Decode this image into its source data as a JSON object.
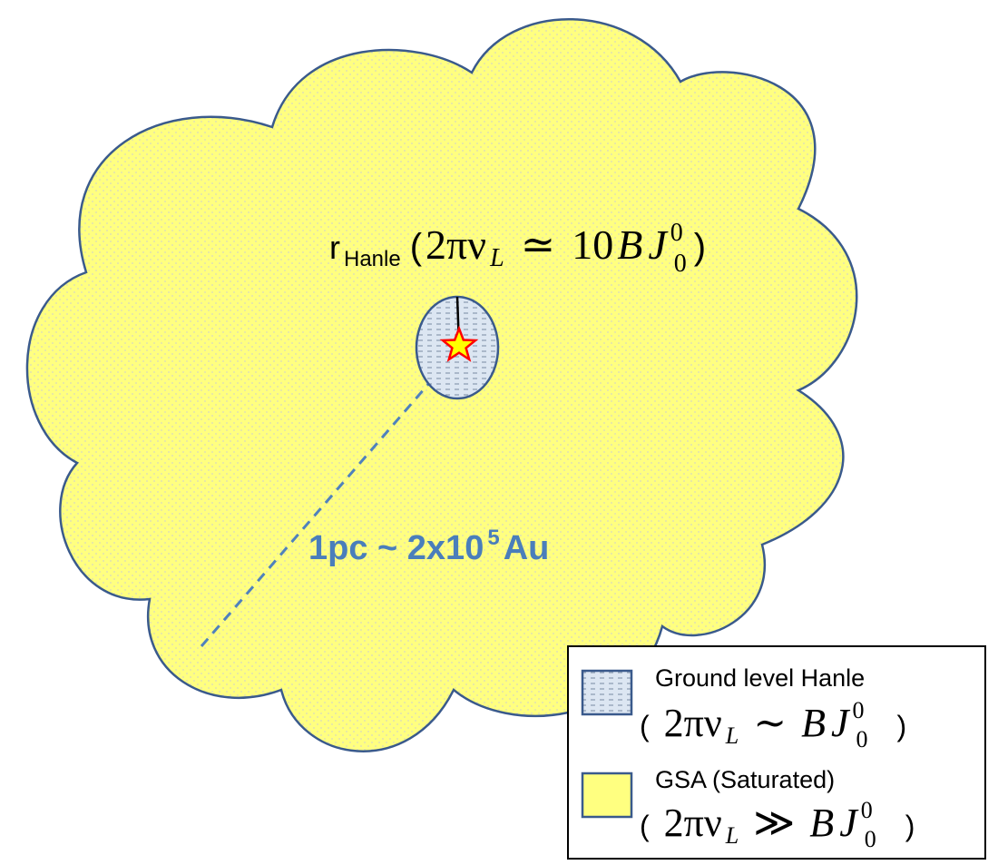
{
  "colors": {
    "cloud_fill": "#ffff80",
    "cloud_stroke": "#3a5a8c",
    "region_fill": "#dce6f2",
    "dash_line": "#4f81bd",
    "distance_text": "#4a7ebb",
    "star_fill": "#ffff00",
    "star_stroke": "#ff0000",
    "legend_border": "#000000"
  },
  "hanle_label": {
    "r": "r",
    "sub": "Hanle",
    "open": "(",
    "two_pi": "2πν",
    "nu_sub": "L",
    "relation": "≃",
    "rhs": "10",
    "B": "B",
    "J": "J",
    "J_sup": "0",
    "J_sub": "0",
    "close": ")"
  },
  "distance_label": {
    "main": "1pc ~ 2x10",
    "sup": "5",
    "unit": " Au"
  },
  "legend": {
    "items": [
      {
        "title": "Ground level Hanle",
        "open": "(",
        "two_pi": "2πν",
        "nu_sub": "L",
        "relation": "∼",
        "B": "B",
        "J": "J",
        "J_sup": "0",
        "J_sub": "0",
        "close": ")"
      },
      {
        "title": "GSA (Saturated)",
        "open": "(",
        "two_pi": "2πν",
        "nu_sub": "L",
        "relation": "≫",
        "B": "B",
        "J": "J",
        "J_sup": "0",
        "J_sub": "0",
        "close": ")"
      }
    ]
  }
}
